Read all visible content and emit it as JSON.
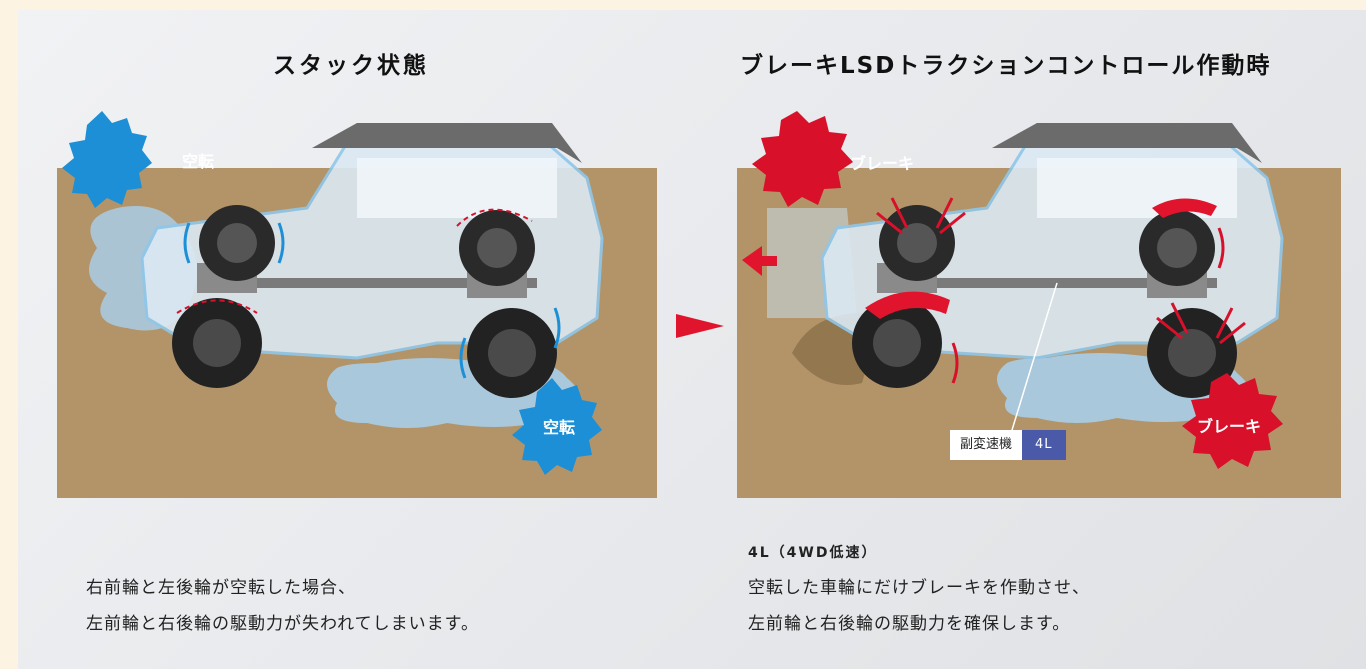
{
  "left": {
    "title": "スタック状態",
    "burst_top": "空転",
    "burst_bottom": "空転",
    "description_line1": "右前輪と左後輪が空転した場合、",
    "description_line2": "左前輪と右後輪の駆動力が失われてしまいます。"
  },
  "right": {
    "title": "ブレーキLSDトラクションコントロール作動時",
    "burst_top": "ブレーキ",
    "burst_bottom": "ブレーキ",
    "subtransmission_label": "副変速機",
    "subtransmission_value": "4L",
    "mode": "4L（4WD低速）",
    "description_line1": "空転した車輪にだけブレーキを作動させ、",
    "description_line2": "左前輪と右後輪の駆動力を確保します。"
  },
  "colors": {
    "ground": "#b29468",
    "spin_burst": "#1d8fd6",
    "brake_burst": "#d8102a",
    "arrow": "#e0142c",
    "badge": "#4b5aa8"
  }
}
